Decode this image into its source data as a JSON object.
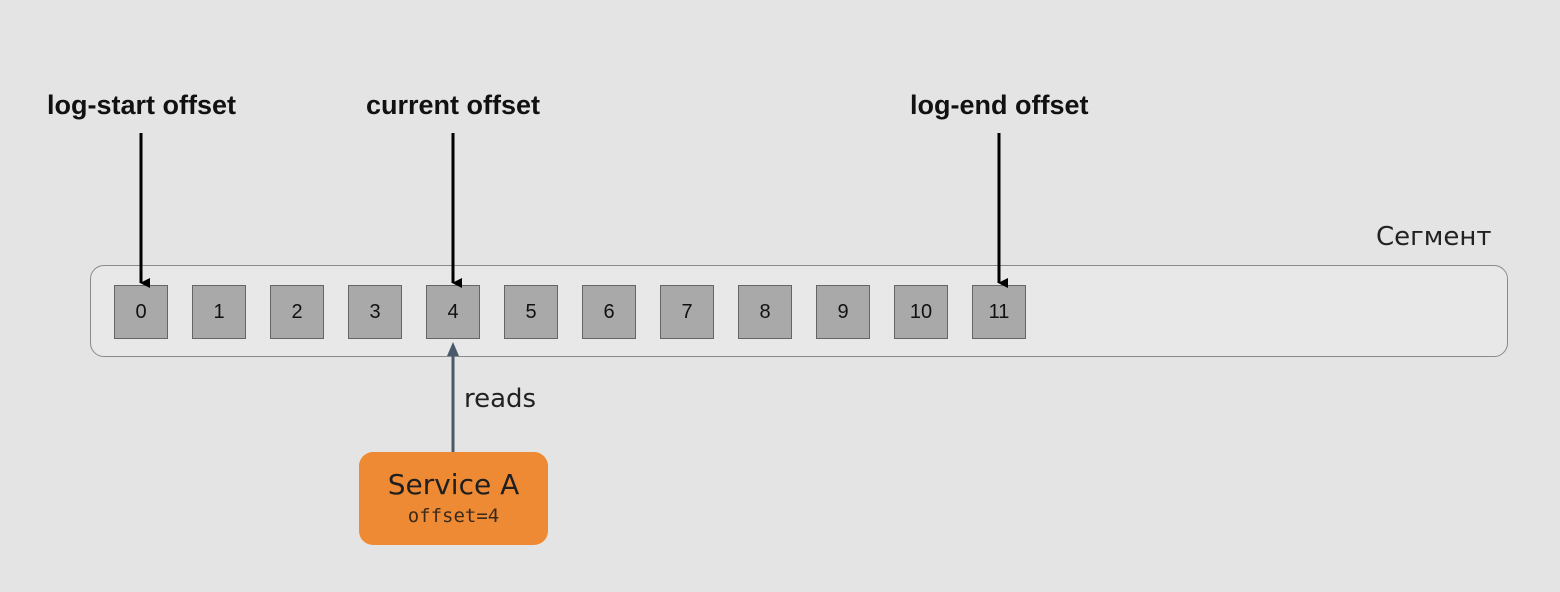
{
  "pointers": [
    {
      "label": "log-start offset",
      "target_index": 0
    },
    {
      "label": "current offset",
      "target_index": 4
    },
    {
      "label": "log-end offset",
      "target_index": 11
    }
  ],
  "segment": {
    "label": "Сегмент",
    "cells": [
      "0",
      "1",
      "2",
      "3",
      "4",
      "5",
      "6",
      "7",
      "8",
      "9",
      "10",
      "11"
    ]
  },
  "consumer": {
    "edge_label": "reads",
    "name": "Service A",
    "offset_text": "offset=4",
    "reads_index": 4
  },
  "colors": {
    "background": "#e4e4e4",
    "cell_fill": "#a9a9a9",
    "service_fill": "#ef8a34",
    "reads_arrow": "#4a5a6a",
    "pointer_arrow": "#000000"
  }
}
